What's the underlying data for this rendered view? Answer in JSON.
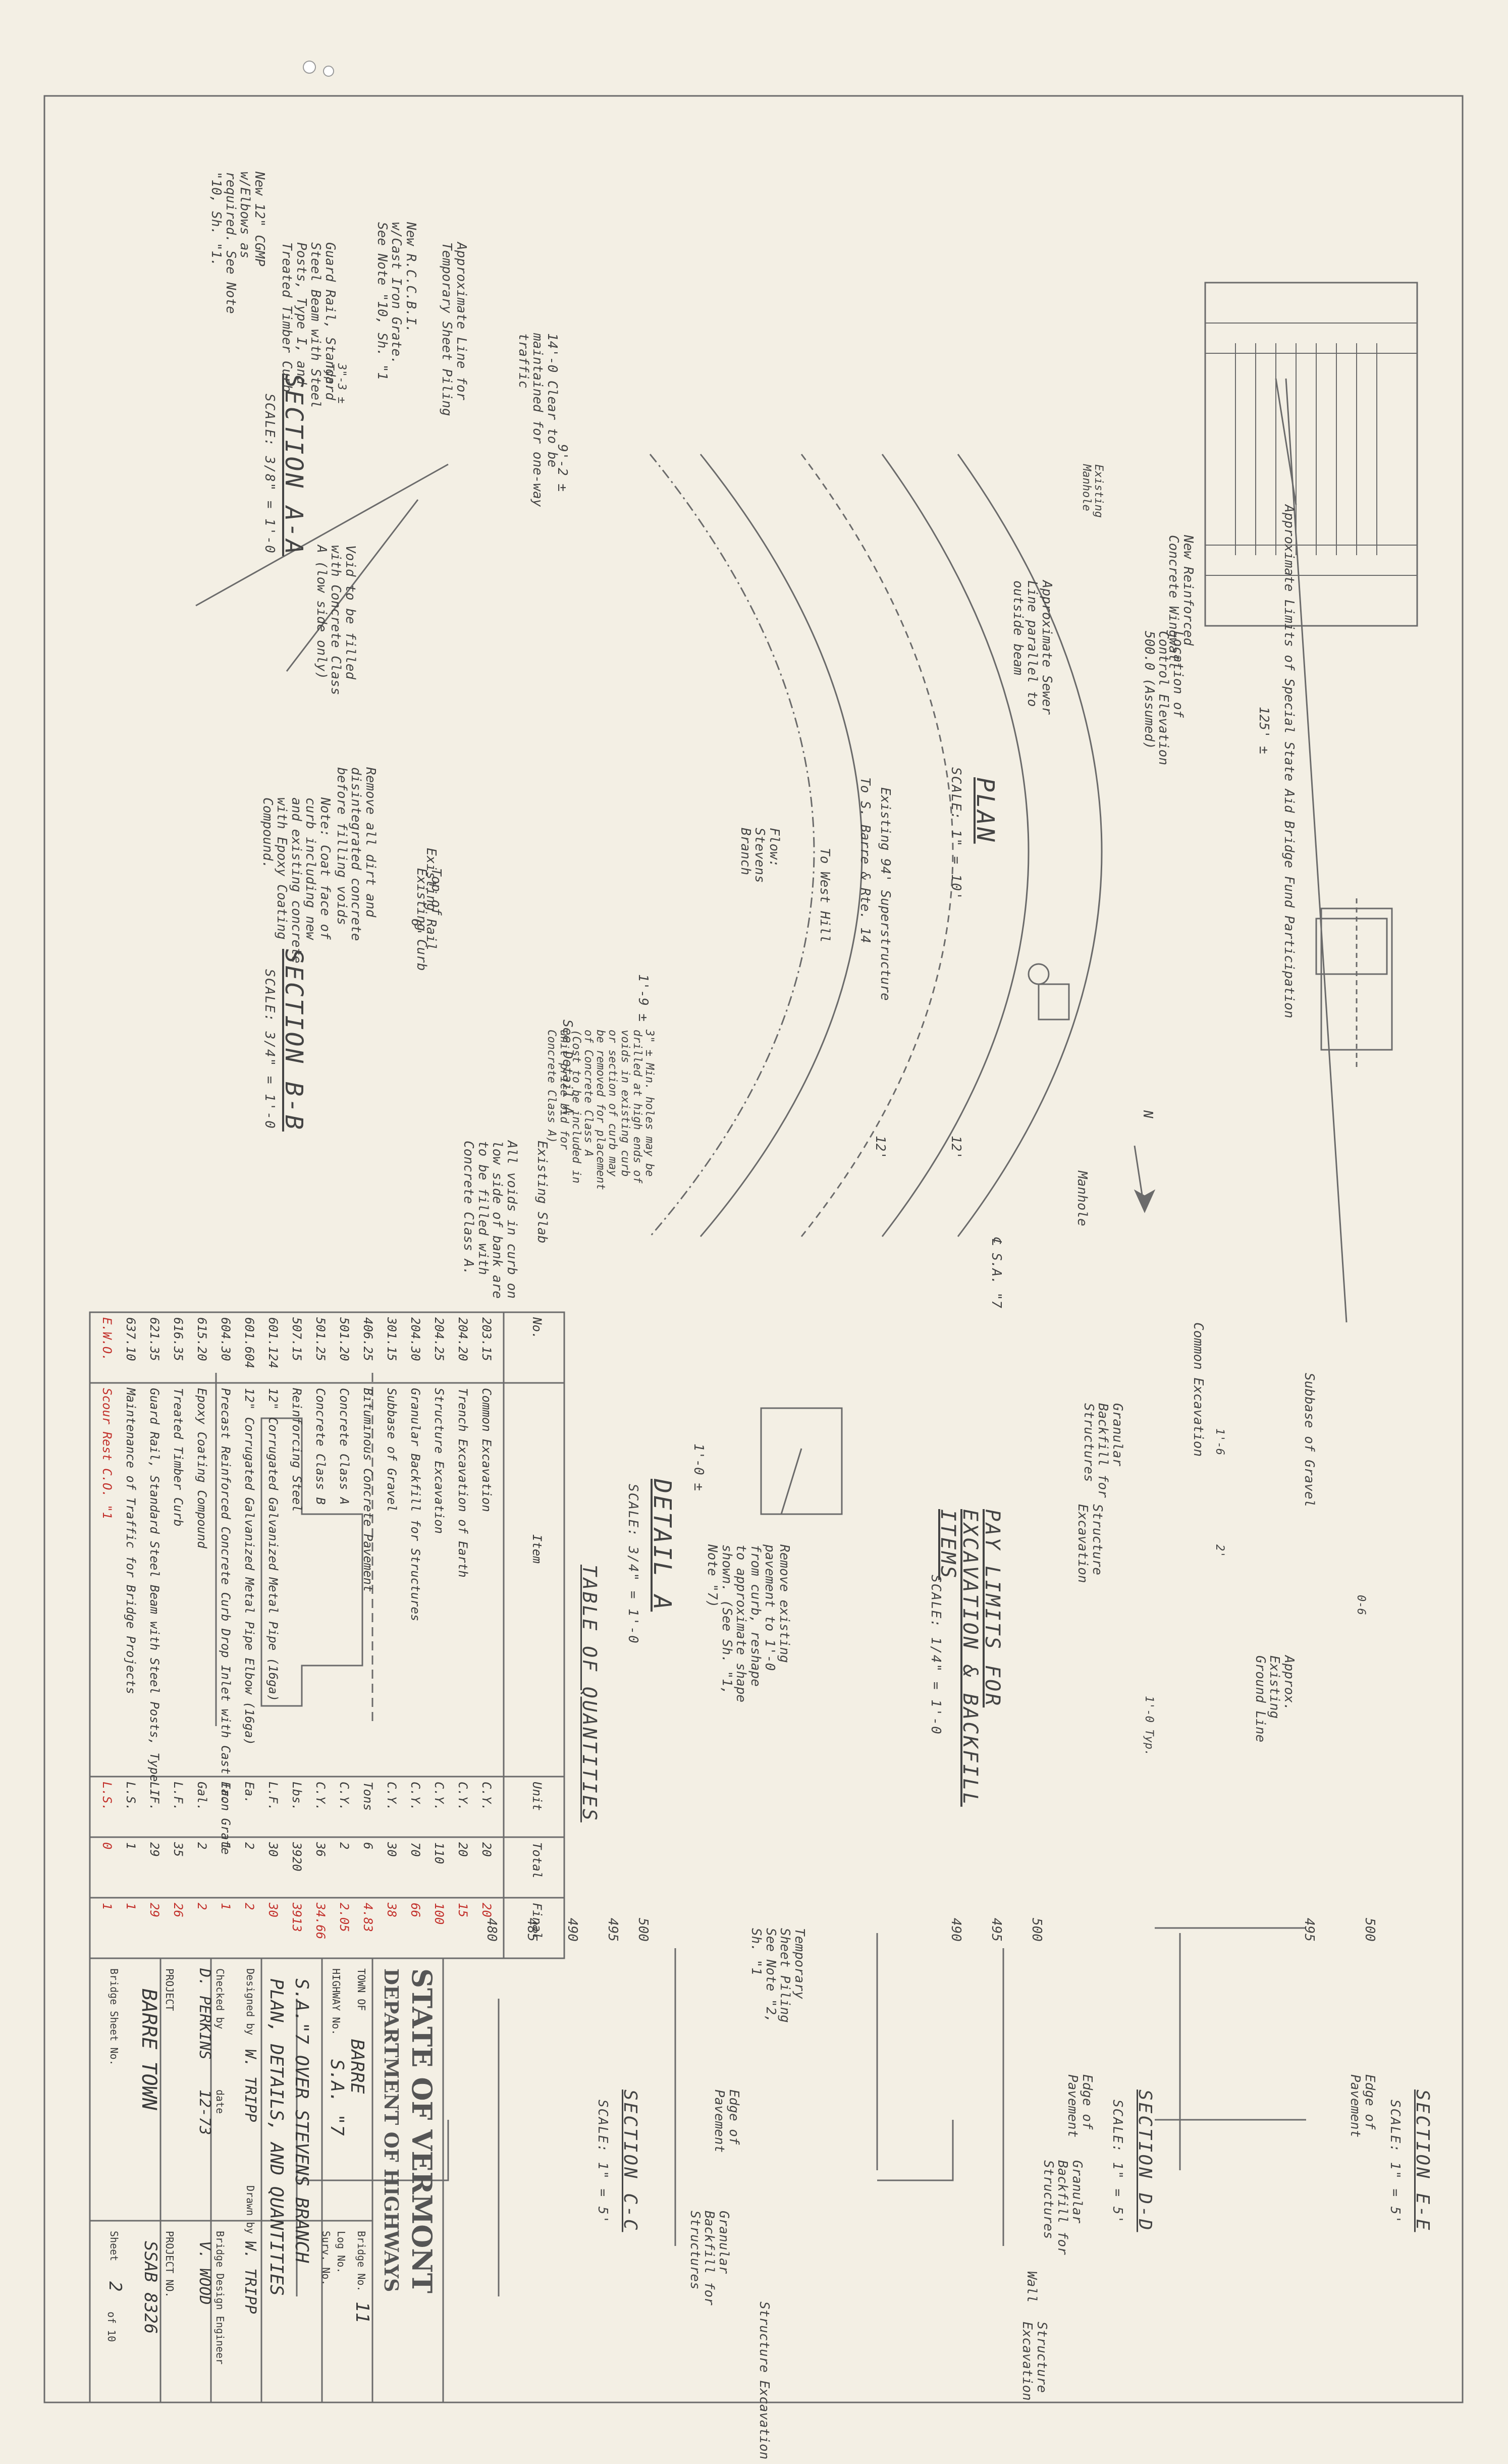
{
  "plan": {
    "title": "PLAN",
    "scale": "SCALE: 1\" = 10'",
    "notes": {
      "cgmp": "New 12\" CGMP w/Elbows as required. See Note \"10, Sh. \"1.",
      "guard_rail": "Guard Rail, Standard Steel Beam with Steel Posts, Type I, and Treated Timber Curb",
      "catch_basin": "New R.C.C.B.I. w/Cast Iron Grate. See Note \"10, Sh. \"1",
      "sheet_piling": "Approximate Line for Temporary Sheet Piling",
      "one_way": "14'-0 Clear to be maintained for one-way traffic",
      "limits": "Approximate Limits of Special State Aid Bridge Fund Participation",
      "limits_dim": "125' ±",
      "wingwall": "New Reinforced Concrete Wingwall",
      "control": "Location of Control Elevation 500.0 (Assumed)",
      "existing_manhole": "Existing Manhole",
      "sewer": "Approximate Sewer Line parallel to outside beam",
      "superstructure": "Existing 94' Superstructure",
      "to_west_hill": "To West Hill",
      "to_sbarre": "To S. Barre & Rte. 14",
      "flow": "Flow: Stevens Branch",
      "dim_a": "12'",
      "dim_b": "12'",
      "manhole": "Manhole",
      "centerline": "℄ S.A. \"7",
      "north": "N"
    }
  },
  "section_aa": {
    "title": "SECTION A-A",
    "scale": "SCALE: 3/8\" = 1'-0",
    "dim_top": "9'-2 ±",
    "dim_typ": "3\"-3 ± Typ.",
    "void_note": "Void to be filled with Concrete Class A (low side only)"
  },
  "section_bb": {
    "title": "SECTION B-B",
    "scale": "SCALE: 3/4\" = 1'-0",
    "existing_rail": "Existing Rail",
    "top_curb": "Top of Existing Curb",
    "remove_dirt": "Remove all dirt and disintegrated concrete before filling voids",
    "coat_note": "Note: Coat face of curb including new and existing concrete with Epoxy Coating Compound.",
    "holes_note": "3\" ± Min. holes may be drilled at high ends of voids in existing curb or section of curb may be removed for placement of Concrete Class A (Cost to be included in unit price bid for Concrete Class A)",
    "detail_ref": "See Detail A",
    "existing_slab": "Existing Slab",
    "voids_note": "All voids in curb on low side of bank are to be filled with Concrete Class A.",
    "dim": "1'-9 ±",
    "dim2": "6\""
  },
  "detail_a": {
    "title": "DETAIL A",
    "scale": "SCALE: 3/4\" = 1'-0",
    "dim": "1'-0 ±",
    "note": "Remove existing pavement to 1'-0 from curb, reshape to approximate shape shown. (See Sh. \"1, Note \"7)"
  },
  "pay_limits": {
    "title": "PAY LIMITS FOR EXCAVATION & BACKFILL ITEMS",
    "scale": "SCALE: 1/4\" = 1'-0",
    "subbase": "Subbase of Gravel",
    "common": "Common Excavation",
    "granular": "Granular Backfill for Structures",
    "structure": "Structure Excavation",
    "ground": "Approx. Existing Ground Line",
    "dim1": "1'-6",
    "dim2": "2'",
    "dim3": "1'-0 Typ.",
    "dim4": "0-6"
  },
  "section_ee": {
    "title": "SECTION E-E",
    "scale": "SCALE: 1\" = 5'",
    "edge": "Edge of Pavement",
    "elev_500": "500",
    "elev_495": "495"
  },
  "section_dd": {
    "title": "SECTION D-D",
    "scale": "SCALE: 1\" = 5'",
    "edge": "Edge of Pavement",
    "granular": "Granular Backfill for Structures",
    "wall": "Wall",
    "structure": "Structure Excavation",
    "elev_500": "500",
    "elev_495": "495",
    "elev_490": "490"
  },
  "section_cc": {
    "title": "SECTION C-C",
    "scale": "SCALE: 1\" = 5'",
    "piling": "Temporary Sheet Piling See Note \"2, Sh. \"1",
    "edge": "Edge of Pavement",
    "granular": "Granular Backfill for Structures",
    "structure": "Structure Excavation",
    "elev_500": "500",
    "elev_495": "495",
    "elev_490": "490",
    "elev_485": "485",
    "elev_480": "480"
  },
  "quantities": {
    "title": "TABLE OF QUANTITIES",
    "headers": {
      "no": "No.",
      "item": "Item",
      "unit": "Unit",
      "total": "Total",
      "final": "Final"
    },
    "rows": [
      {
        "no": "203.15",
        "item": "Common Excavation",
        "unit": "C.Y.",
        "total": "20",
        "final": "20",
        "red": false
      },
      {
        "no": "204.20",
        "item": "Trench Excavation of Earth",
        "unit": "C.Y.",
        "total": "20",
        "final": "15",
        "red": false
      },
      {
        "no": "204.25",
        "item": "Structure Excavation",
        "unit": "C.Y.",
        "total": "110",
        "final": "100",
        "red": false
      },
      {
        "no": "204.30",
        "item": "Granular Backfill for Structures",
        "unit": "C.Y.",
        "total": "70",
        "final": "66",
        "red": false
      },
      {
        "no": "301.15",
        "item": "Subbase of Gravel",
        "unit": "C.Y.",
        "total": "30",
        "final": "38",
        "red": false
      },
      {
        "no": "406.25",
        "item": "Bituminous Concrete Pavement",
        "unit": "Tons",
        "total": "6",
        "final": "4.83",
        "red": false
      },
      {
        "no": "501.20",
        "item": "Concrete Class A",
        "unit": "C.Y.",
        "total": "2",
        "final": "2.05",
        "red": false
      },
      {
        "no": "501.25",
        "item": "Concrete Class B",
        "unit": "C.Y.",
        "total": "36",
        "final": "34.66",
        "red": false
      },
      {
        "no": "507.15",
        "item": "Reinforcing Steel",
        "unit": "Lbs.",
        "total": "3920",
        "final": "3913",
        "red": false
      },
      {
        "no": "601.124",
        "item": "12\" Corrugated Galvanized Metal Pipe (16ga)",
        "unit": "L.F.",
        "total": "30",
        "final": "30",
        "red": false
      },
      {
        "no": "601.604",
        "item": "12\" Corrugated Galvanized Metal Pipe Elbow (16ga)",
        "unit": "Ea.",
        "total": "2",
        "final": "2",
        "red": false
      },
      {
        "no": "604.30",
        "item": "Precast Reinforced Concrete Curb Drop Inlet with Cast Iron Grate",
        "unit": "Ea.",
        "total": "1",
        "final": "1",
        "red": false
      },
      {
        "no": "615.20",
        "item": "Epoxy Coating Compound",
        "unit": "Gal.",
        "total": "2",
        "final": "2",
        "red": false
      },
      {
        "no": "616.35",
        "item": "Treated Timber Curb",
        "unit": "L.F.",
        "total": "35",
        "final": "26",
        "red": false
      },
      {
        "no": "621.35",
        "item": "Guard Rail, Standard Steel Beam with Steel Posts, Type I",
        "unit": "L.F.",
        "total": "29",
        "final": "29",
        "red": false
      },
      {
        "no": "637.10",
        "item": "Maintenance of Traffic for Bridge Projects",
        "unit": "L.S.",
        "total": "1",
        "final": "1",
        "red": false
      },
      {
        "no": "E.W.O.",
        "item": "Scour Rest C.O. \"1",
        "unit": "L.S.",
        "total": "0",
        "final": "1",
        "red": true
      }
    ]
  },
  "title_block": {
    "state": "STATE OF VERMONT",
    "dept": "DEPARTMENT OF HIGHWAYS",
    "town_label": "TOWN OF",
    "town": "BARRE",
    "highway_label": "HIGHWAY No.",
    "highway": "S.A. \"7",
    "bridge_no_label": "Bridge No.",
    "bridge_no": "11",
    "log_no_label": "Log No.",
    "sure_no_label": "Surv. No.",
    "project_desc": "S.A.\"7 OVER STEVENS BRANCH",
    "drawing_title": "PLAN, DETAILS, AND QUANTITIES",
    "designed_label": "Designed by",
    "designed": "W. TRIPP",
    "drawn_label": "Drawn by",
    "drawn": "W. TRIPP",
    "checked_label": "Checked by",
    "checked": "D. PERKINS",
    "date_label": "date",
    "date": "12-73",
    "engineer_label": "Bridge Design Engineer",
    "engineer": "V. WOOD",
    "project_label": "PROJECT",
    "project": "BARRE TOWN",
    "project_no_label": "PROJECT NO.",
    "project_no": "SSAB 8326",
    "bridge_sheet_label": "Bridge Sheet No.",
    "sheet_label": "Sheet",
    "sheet": "2",
    "of": "of 10"
  }
}
